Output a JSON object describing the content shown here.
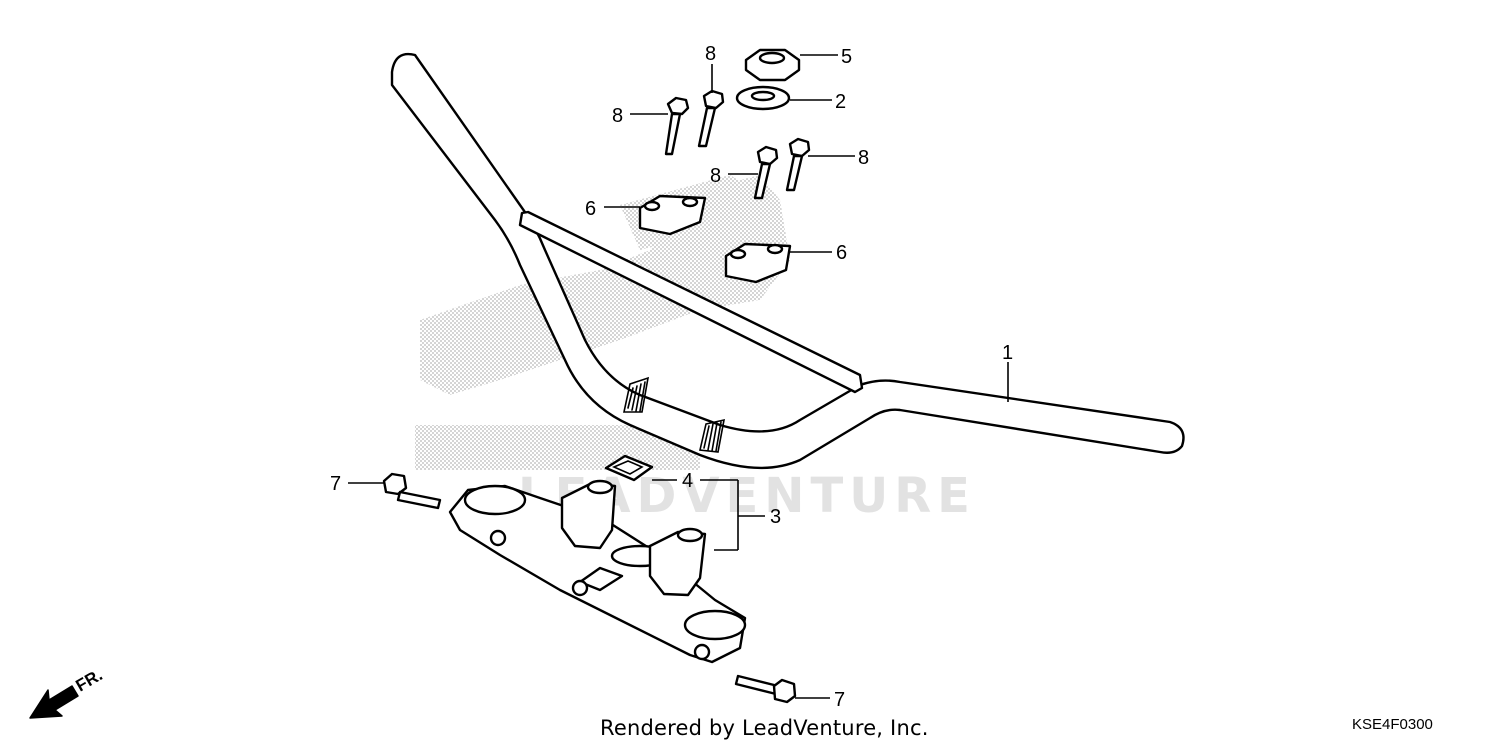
{
  "diagram": {
    "code": "KSE4F0300",
    "credit": "Rendered by LeadVenture, Inc.",
    "watermark": "LEADVENTURE",
    "front_marker": "FR.",
    "callouts": {
      "handlebar": "1",
      "washer": "2",
      "bottom_bridge": "3",
      "bracket_4": "4",
      "nut": "5",
      "holder_upper": "6",
      "holder_lower": "6",
      "bolt_7_left": "7",
      "bolt_7_bottom": "7",
      "bolt_8_a": "8",
      "bolt_8_b": "8",
      "bolt_8_c": "8",
      "bolt_8_d": "8"
    }
  }
}
